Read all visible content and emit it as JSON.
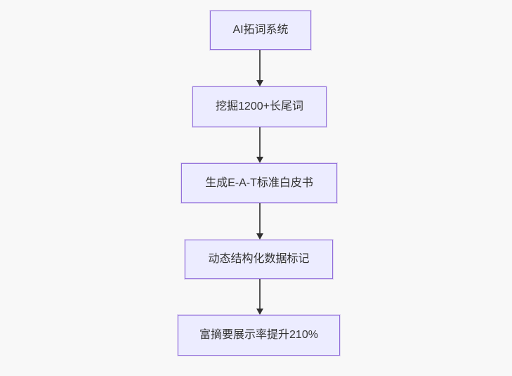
{
  "flow": {
    "type": "flowchart-top-down",
    "nodes": [
      {
        "id": "n0",
        "label": "AI拓词系统"
      },
      {
        "id": "n1",
        "label": "挖掘1200+长尾词"
      },
      {
        "id": "n2",
        "label": "生成E-A-T标准白皮书"
      },
      {
        "id": "n3",
        "label": "动态结构化数据标记"
      },
      {
        "id": "n4",
        "label": "富摘要展示率提升210%"
      }
    ],
    "edges": [
      {
        "from": "n0",
        "to": "n1",
        "style": "arrow-down"
      },
      {
        "from": "n1",
        "to": "n2",
        "style": "arrow-down"
      },
      {
        "from": "n2",
        "to": "n3",
        "style": "arrow-down"
      },
      {
        "from": "n3",
        "to": "n4",
        "style": "arrow-down"
      }
    ],
    "colors": {
      "background": "#f8f8f8",
      "node_fill": "#ECECFF",
      "node_border": "#9370DB",
      "edge": "#2f2f2f",
      "edge_line": "#555555",
      "text": "#333333"
    }
  }
}
